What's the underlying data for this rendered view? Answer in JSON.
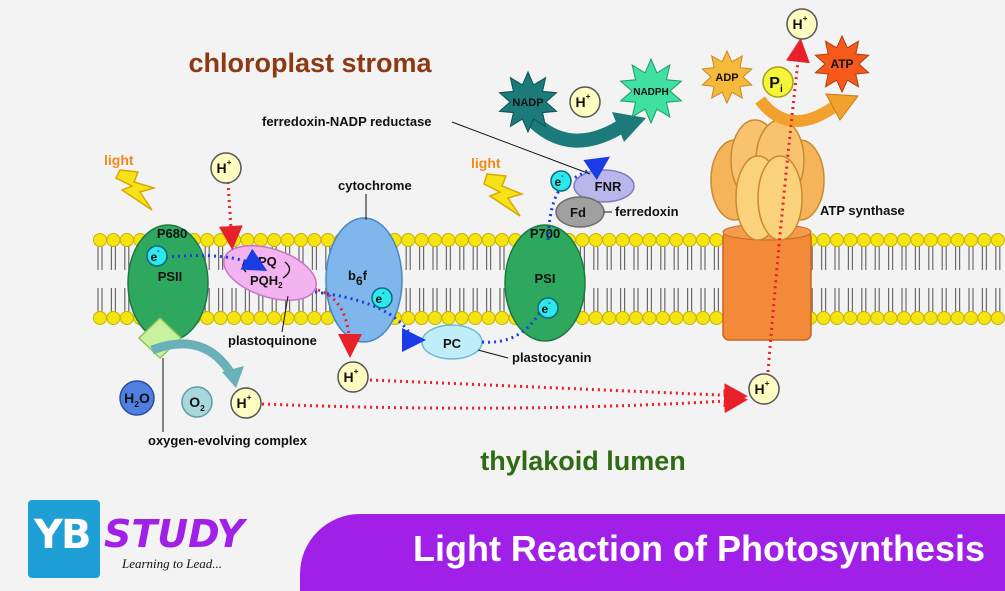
{
  "diagram": {
    "regions": {
      "stroma": "chloroplast stroma",
      "lumen": "thylakoid lumen"
    },
    "light": "light",
    "complexes": {
      "psii": {
        "name": "PSII",
        "center": "P680"
      },
      "pq": {
        "top": "PQ",
        "bottom": "PQH",
        "sub": "2"
      },
      "cyt": {
        "b": "b",
        "sub": "6",
        "f": "f"
      },
      "pc": "PC",
      "psi": {
        "name": "PSI",
        "center": "P700"
      },
      "fd": "Fd",
      "fnr": "FNR"
    },
    "labels": {
      "plastoquinone": "plastoquinone",
      "cytochrome": "cytochrome",
      "plastocyanin": "plastocyanin",
      "fnr": "ferredoxin-NADP reductase",
      "ferredoxin": "ferredoxin",
      "atp_synthase": "ATP synthase",
      "oec": "oxygen-evolving complex"
    },
    "molecules": {
      "electron": "e",
      "electron_sup": "-",
      "h": "H",
      "h_sup": "+",
      "h2o_h": "H",
      "h2o_sub": "2",
      "h2o_o": "O",
      "o2_o": "O",
      "o2_sub": "2",
      "nadp": "NADP",
      "nadph": "NADPH",
      "adp": "ADP",
      "pi": "P",
      "pi_sub": "i",
      "atp": "ATP"
    },
    "colors": {
      "psii": "#2fa85f",
      "psi": "#2fa85f",
      "cytochrome": "#7fb6ec",
      "pq": "#f3b2f0",
      "pc": "#bfeefa",
      "fnr": "#b9b7ea",
      "fd": "#a0a0a0",
      "atp_synthase_head": "#f6b45a",
      "atp_synthase_stalk": "#f28a3a",
      "membrane_head": "#f5e410",
      "electron_path": "#1a3ce6",
      "proton_path": "#e8202a",
      "nadp_star": "#1d7a7a",
      "nadph_star": "#3fe0a0",
      "adp_star": "#f7b93c",
      "atp_star": "#f55a1a"
    }
  },
  "brand": {
    "logo_initials": "YB",
    "logo_name": "STUDY",
    "tagline": "Learning to Lead...",
    "title": "Light Reaction of Photosynthesis",
    "banner_color": "#a020e8",
    "logo_color": "#1e9fd6"
  }
}
